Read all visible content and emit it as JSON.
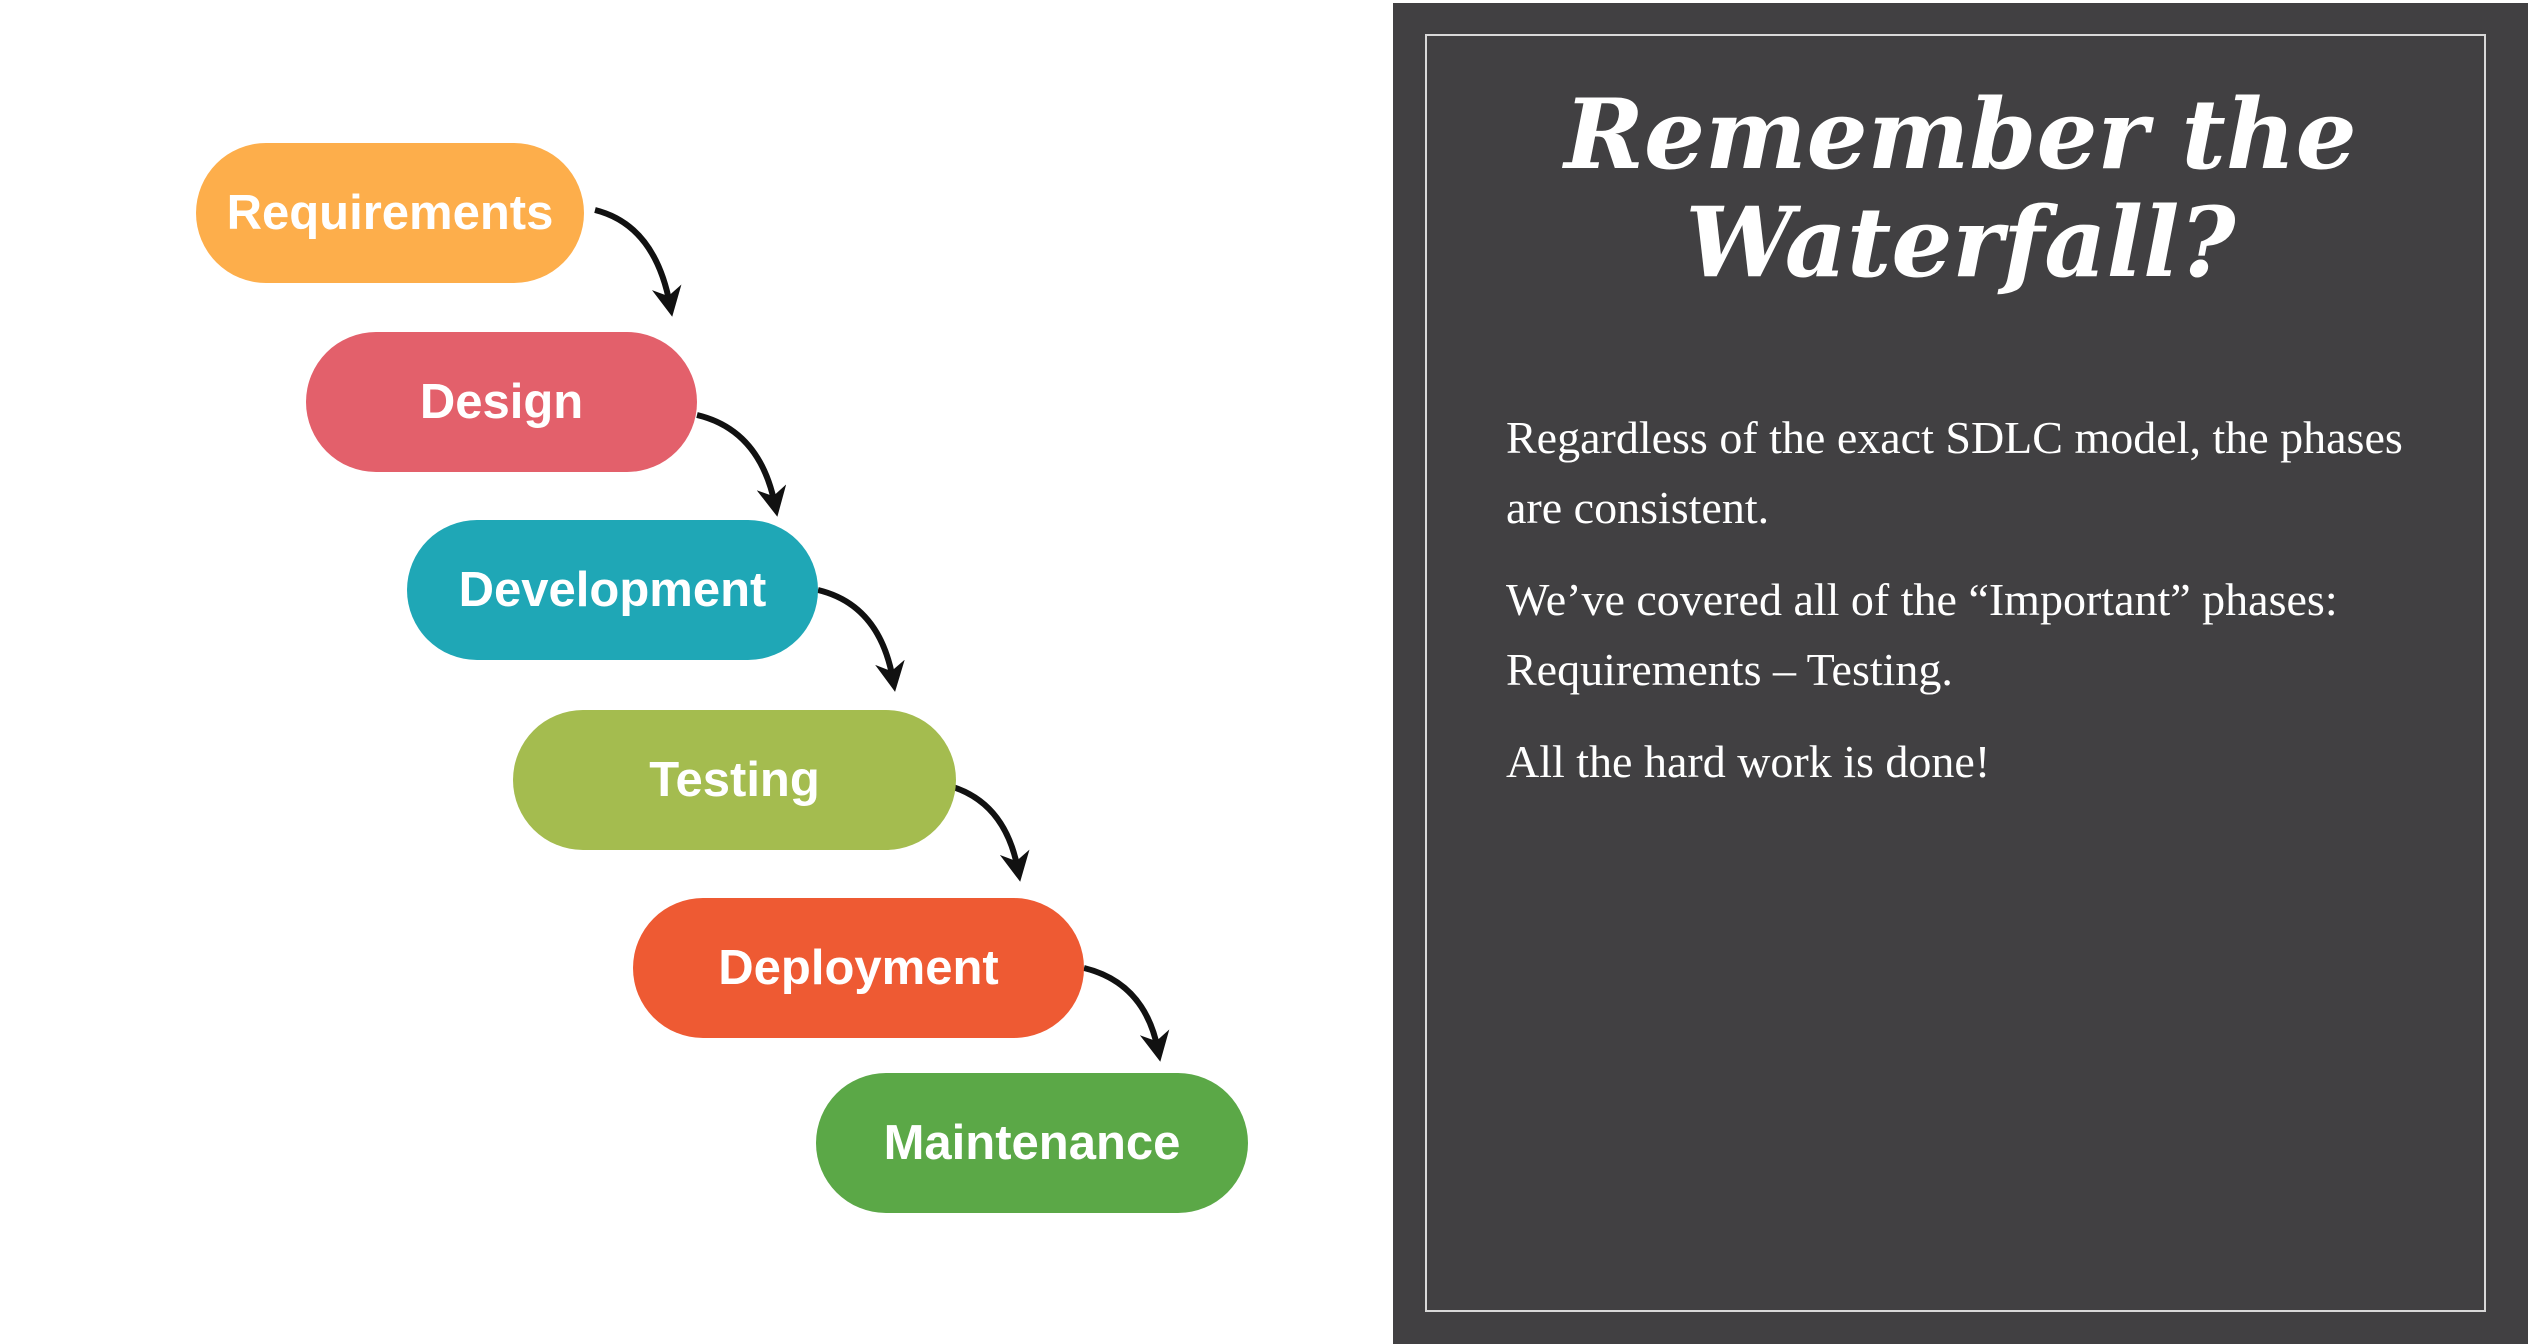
{
  "diagram": {
    "phases": [
      {
        "label": "Requirements",
        "color": "#fdae4b"
      },
      {
        "label": "Design",
        "color": "#e3606b"
      },
      {
        "label": "Development",
        "color": "#1fa7b6"
      },
      {
        "label": "Testing",
        "color": "#a4bc4f"
      },
      {
        "label": "Deployment",
        "color": "#ee5a33"
      },
      {
        "label": "Maintenance",
        "color": "#5ba847"
      }
    ],
    "arrow_color": "#111111"
  },
  "panel": {
    "background": "#414042",
    "title_line1": "Remember the",
    "title_line2": "Waterfall?",
    "paragraphs": [
      "Regardless of the exact SDLC model, the phases are consistent.",
      "We’ve covered all of the “Important” phases: Requirements – Testing.",
      "All the hard work is done!"
    ]
  }
}
